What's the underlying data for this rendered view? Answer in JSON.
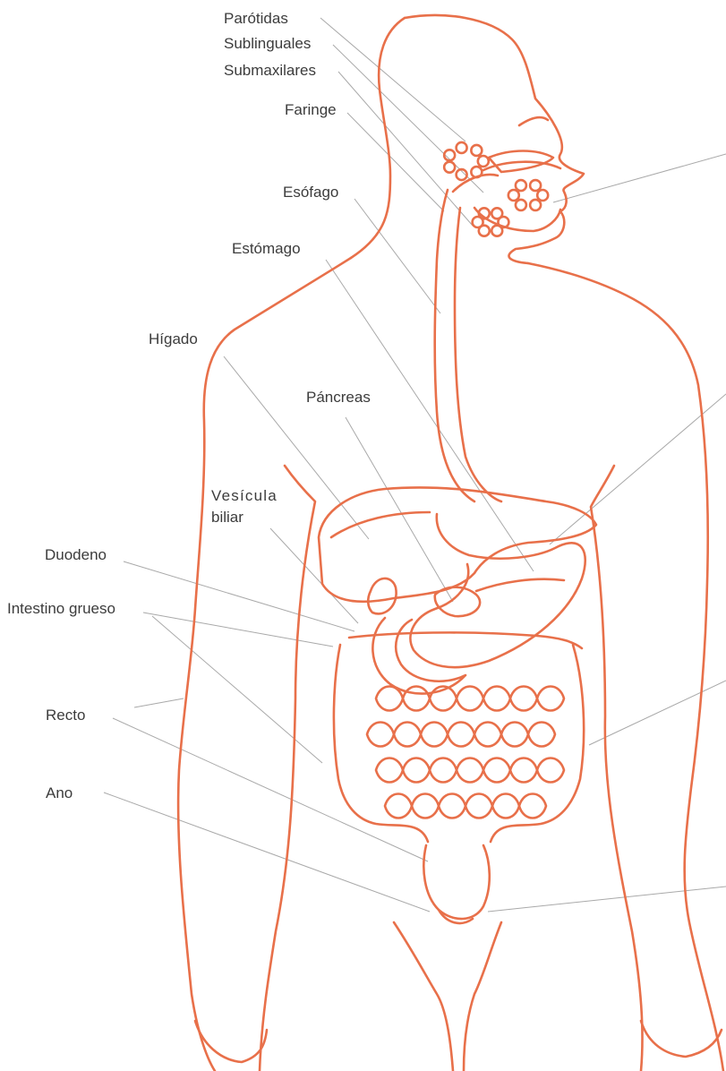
{
  "colors": {
    "outline": "#e8704a",
    "leader": "#a9a9a9",
    "text": "#3c3c3c",
    "background": "#ffffff"
  },
  "labels": {
    "parotidas": "Parótidas",
    "sublinguales": "Sublinguales",
    "submaxilares": "Submaxilares",
    "faringe": "Faringe",
    "esofago": "Esófago",
    "estomago": "Estómago",
    "higado": "Hígado",
    "pancreas": "Páncreas",
    "vesicula_line1": "Vesícula",
    "vesicula_line2": "biliar",
    "duodeno": "Duodeno",
    "intestino_grueso": "Intestino grueso",
    "recto": "Recto",
    "ano": "Ano"
  }
}
